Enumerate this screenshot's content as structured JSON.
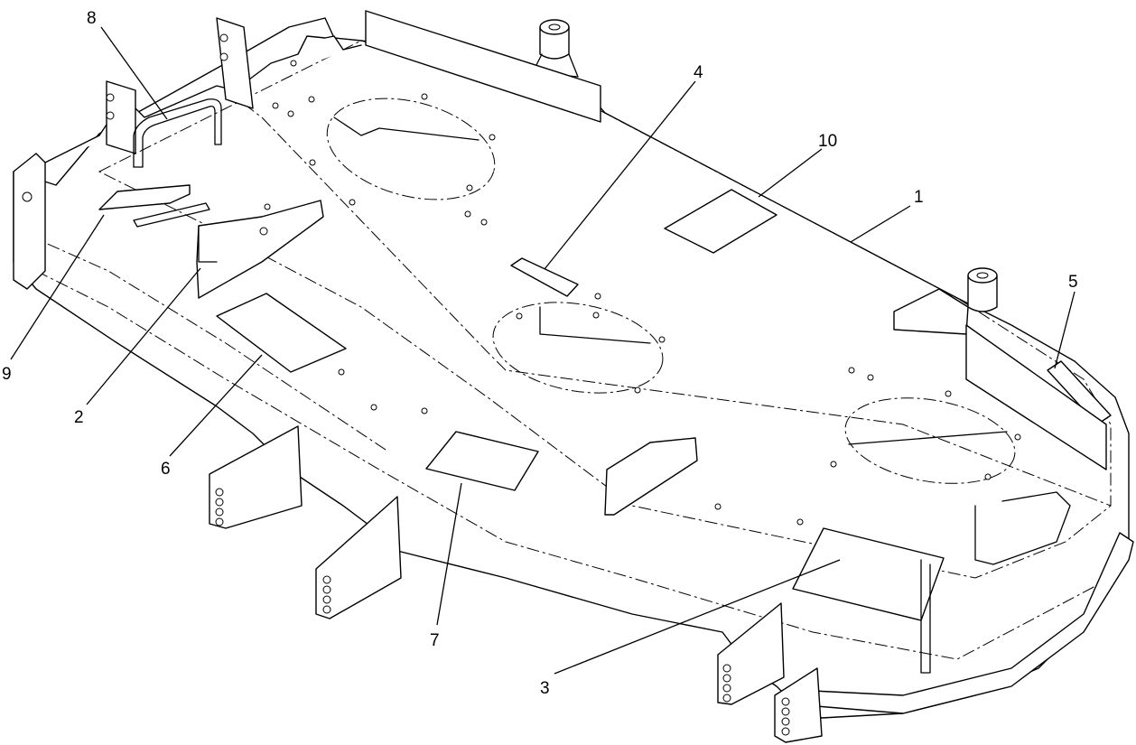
{
  "diagram": {
    "type": "exploded-parts-illustration",
    "callouts": [
      {
        "id": "c8",
        "label": "8"
      },
      {
        "id": "c4",
        "label": "4"
      },
      {
        "id": "c10",
        "label": "10"
      },
      {
        "id": "c1",
        "label": "1"
      },
      {
        "id": "c5",
        "label": "5"
      },
      {
        "id": "c9",
        "label": "9"
      },
      {
        "id": "c2",
        "label": "2"
      },
      {
        "id": "c6",
        "label": "6"
      },
      {
        "id": "c7",
        "label": "7"
      },
      {
        "id": "c3",
        "label": "3"
      }
    ],
    "colors": {
      "line": "#000000",
      "background": "#ffffff"
    }
  }
}
